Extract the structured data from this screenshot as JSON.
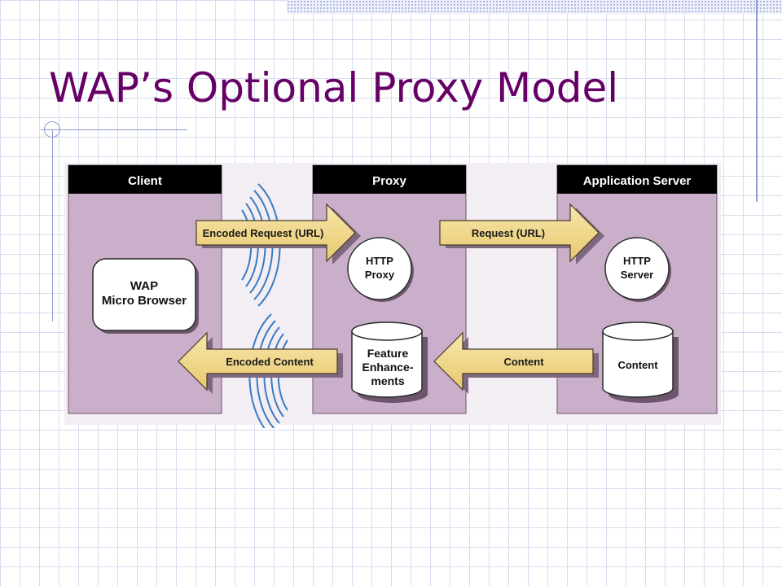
{
  "slide": {
    "title": "WAP’s Optional Proxy Model"
  },
  "diagram": {
    "panels": {
      "client": "Client",
      "proxy": "Proxy",
      "app_server": "Application Server"
    },
    "arrows": {
      "encoded_request": "Encoded Request (URL)",
      "request": "Request (URL)",
      "encoded_content": "Encoded Content",
      "content": "Content"
    },
    "client_browser": {
      "line1": "WAP",
      "line2": "Micro Browser"
    },
    "http_proxy": {
      "line1": "HTTP",
      "line2": "Proxy"
    },
    "http_server": {
      "line1": "HTTP",
      "line2": "Server"
    },
    "feature_db": {
      "line1": "Feature",
      "line2": "Enhance-",
      "line3": "ments"
    },
    "content_db": {
      "label": "Content"
    }
  },
  "colors": {
    "title": "#660066",
    "panel_fill": "#c9afc9",
    "header_fill": "#000000",
    "arrow_fill": "#f3dc91",
    "wave_stroke": "#3a7ac2"
  }
}
